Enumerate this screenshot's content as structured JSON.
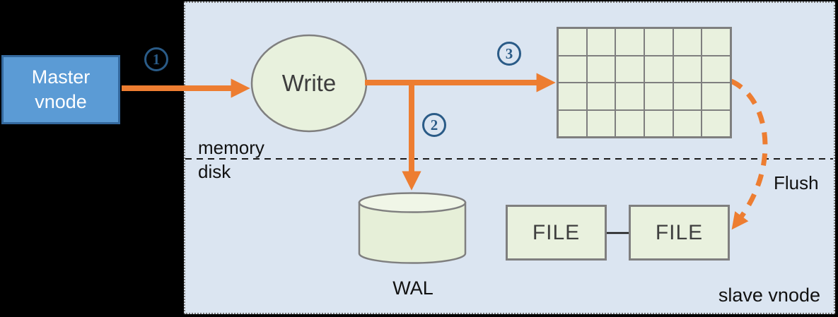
{
  "diagram": {
    "master_vnode_label": "Master\nvnode",
    "write_label": "Write",
    "steps": [
      {
        "number": "1"
      },
      {
        "number": "2"
      },
      {
        "number": "3"
      }
    ],
    "memory_label": "memory",
    "disk_label": "disk",
    "wal_label": "WAL",
    "files": [
      {
        "label": "FILE"
      },
      {
        "label": "FILE"
      }
    ],
    "flush_label": "Flush",
    "slave_vnode_label": "slave vnode",
    "memtable_grid": {
      "rows": 4,
      "cols": 6
    },
    "colors": {
      "background": "#000000",
      "panel_fill": "#DBE5F1",
      "panel_border": "#777777",
      "node_fill": "#E8F1DD",
      "node_border": "#7F7F7F",
      "arrow_orange": "#ED7D31",
      "master_fill": "#5B9BD5",
      "master_border": "#34699E",
      "step_badge_blue": "#2A5B87",
      "text_dark": "#3D3D3D"
    }
  }
}
